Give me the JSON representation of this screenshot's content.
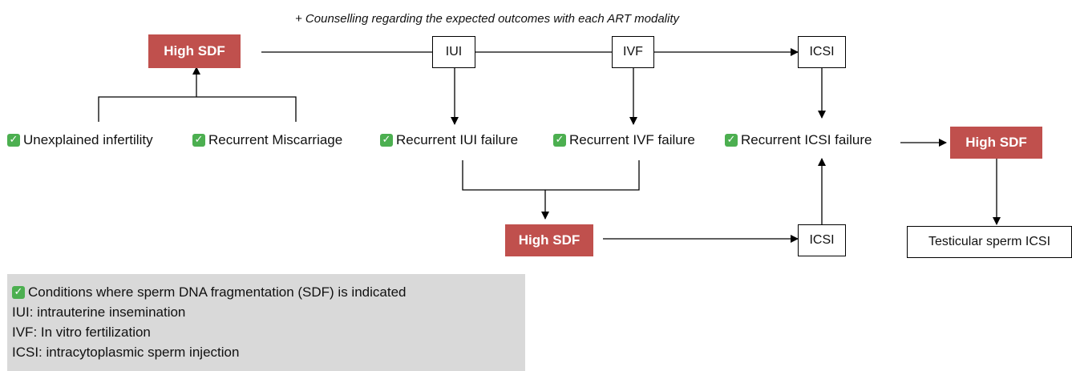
{
  "note": "+ Counselling regarding the expected outcomes with each ART modality",
  "colors": {
    "high_sdf_fill": "#c0504d",
    "check_green": "#4caf50",
    "legend_bg": "#d9d9d9"
  },
  "icons": {
    "check": "green-checkmark"
  },
  "nodes": {
    "high_sdf_top": "High SDF",
    "iui": "IUI",
    "ivf": "IVF",
    "icsi_top": "ICSI",
    "high_sdf_right": "High SDF",
    "high_sdf_bottom": "High SDF",
    "icsi_bottom": "ICSI",
    "testicular": "Testicular sperm ICSI"
  },
  "conditions": {
    "unexplained": "Unexplained infertility",
    "miscarriage": "Recurrent Miscarriage",
    "iui_failure": "Recurrent IUI failure",
    "ivf_failure": "Recurrent IVF failure",
    "icsi_failure": "Recurrent ICSI failure"
  },
  "legend": {
    "check_line": "Conditions where sperm DNA fragmentation (SDF) is indicated",
    "iui": "IUI: intrauterine insemination",
    "ivf": "IVF: In vitro fertilization",
    "icsi": "ICSI: intracytoplasmic sperm injection"
  }
}
